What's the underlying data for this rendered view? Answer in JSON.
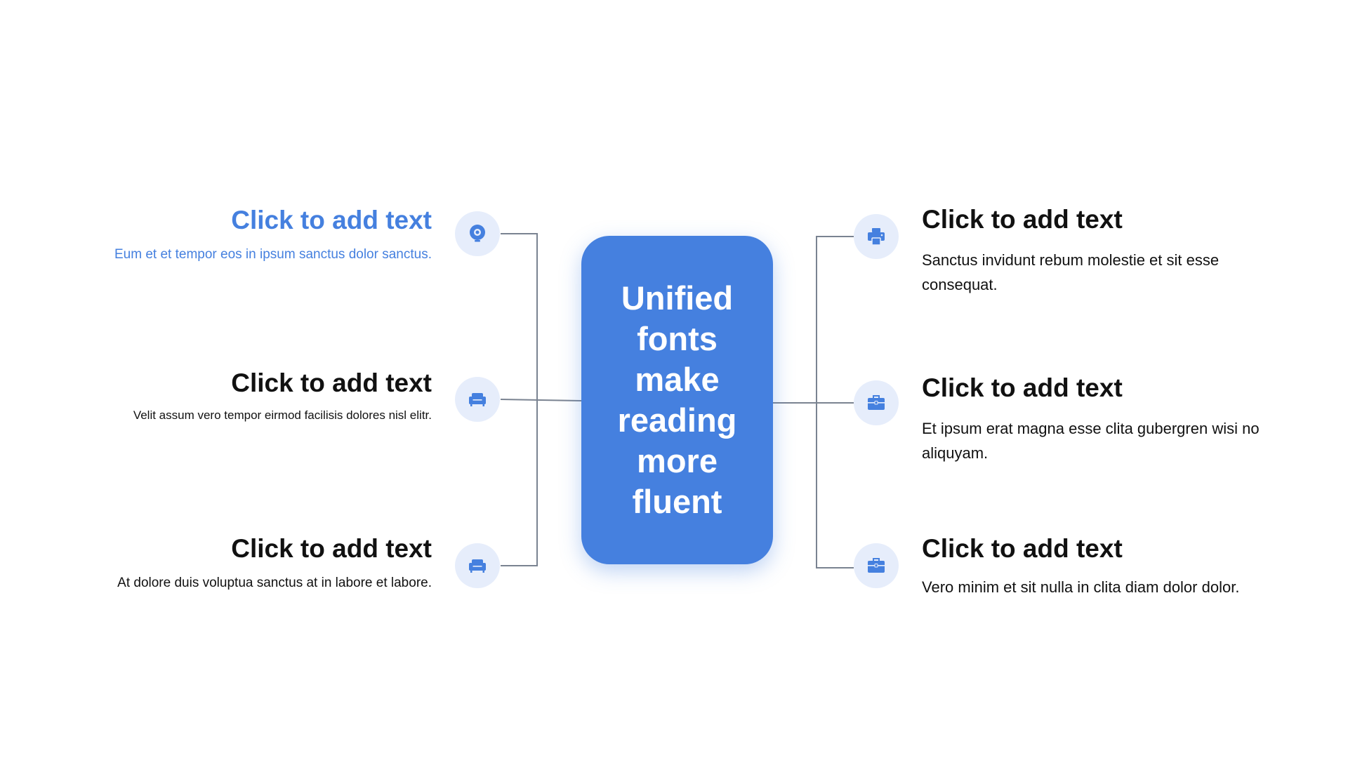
{
  "center": {
    "text": "Unified fonts make reading more fluent"
  },
  "colors": {
    "accent": "#4580df",
    "icon_bg": "#e6edfb",
    "line": "#7a8391",
    "text": "#111111"
  },
  "left_items": [
    {
      "title": "Click to add text",
      "desc": "Eum et et tempor eos in ipsum sanctus dolor sanctus.",
      "icon": "webcam-icon",
      "highlighted": true
    },
    {
      "title": "Click to add text",
      "desc": "Velit assum vero tempor eirmod facilisis dolores nisl elitr.",
      "icon": "sofa-icon",
      "highlighted": false
    },
    {
      "title": "Click to add text",
      "desc": "At dolore duis voluptua sanctus at in labore et labore.",
      "icon": "sofa-icon",
      "highlighted": false
    }
  ],
  "right_items": [
    {
      "title": "Click to add text",
      "desc": "Sanctus invidunt rebum molestie et sit esse consequat.",
      "icon": "printer-icon"
    },
    {
      "title": "Click to add text",
      "desc": "Et ipsum erat magna esse clita gubergren wisi no aliquyam.",
      "icon": "toolbox-icon"
    },
    {
      "title": "Click to add text",
      "desc": "Vero minim et sit nulla in clita diam dolor dolor.",
      "icon": "toolbox-icon"
    }
  ]
}
